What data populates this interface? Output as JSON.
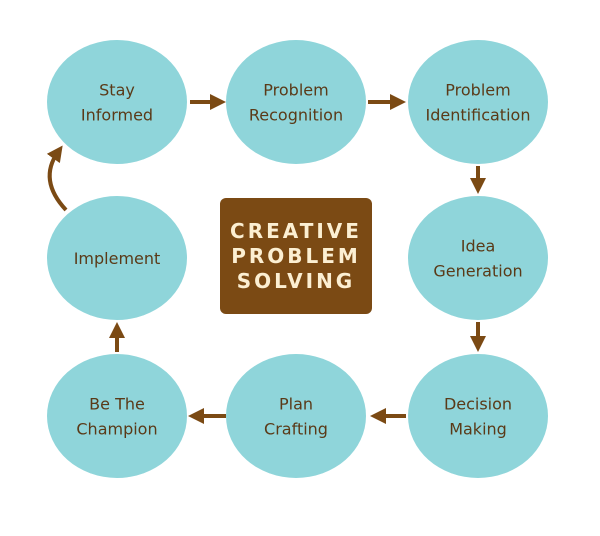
{
  "title": {
    "lines": [
      "CREATIVE",
      "PROBLEM",
      "SOLVING"
    ]
  },
  "nodes": [
    {
      "id": "stay-informed",
      "lines": [
        "Stay",
        "Informed"
      ]
    },
    {
      "id": "problem-recognition",
      "lines": [
        "Problem",
        "Recognition"
      ]
    },
    {
      "id": "problem-identification",
      "lines": [
        "Problem",
        "Identification"
      ]
    },
    {
      "id": "idea-generation",
      "lines": [
        "Idea",
        "Generation"
      ]
    },
    {
      "id": "decision-making",
      "lines": [
        "Decision",
        "Making"
      ]
    },
    {
      "id": "plan-crafting",
      "lines": [
        "Plan",
        "Crafting"
      ]
    },
    {
      "id": "be-the-champion",
      "lines": [
        "Be The",
        "Champion"
      ]
    },
    {
      "id": "implement",
      "lines": [
        "Implement"
      ]
    }
  ],
  "colors": {
    "circle": "#8fd5da",
    "brown": "#7b4a14",
    "text": "#5a3a18",
    "title_text": "#fcefd2"
  }
}
